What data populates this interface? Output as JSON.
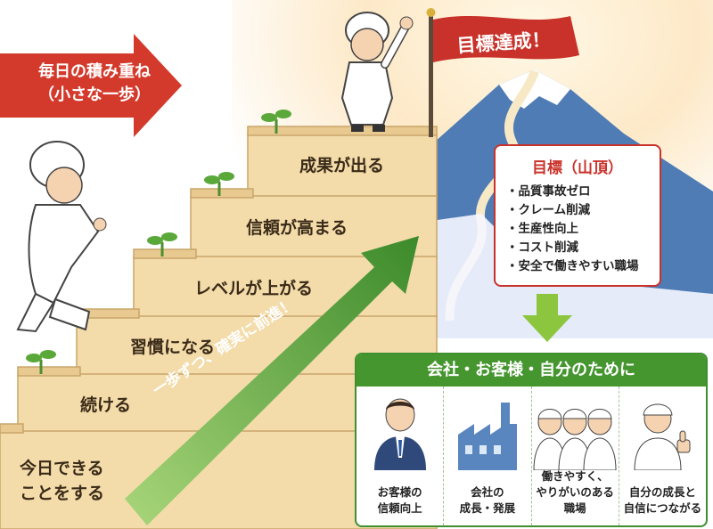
{
  "banner": {
    "line1": "毎日の積み重ね",
    "line2": "（小さな一歩）"
  },
  "steps": [
    {
      "line1": "今日できる",
      "line2": "ことをする"
    },
    {
      "label": "続ける"
    },
    {
      "label": "習慣になる"
    },
    {
      "label": "レベルが上がる"
    },
    {
      "label": "信頼が高まる"
    },
    {
      "label": "成果が出る"
    }
  ],
  "slogan": "一歩ずつ、確実に前進！",
  "flag": {
    "text": "目標達成！"
  },
  "goal": {
    "title": "目標（山頂）",
    "items": [
      "品質事故ゼロ",
      "クレーム削減",
      "生産性向上",
      "コスト削減",
      "安全で働きやすい職場"
    ]
  },
  "panel": {
    "title": "会社・お客様・自分のために",
    "columns": [
      {
        "line1": "お客様の",
        "line2": "信頼向上",
        "icon": "businessman-icon"
      },
      {
        "line1": "会社の",
        "line2": "成長・発展",
        "icon": "factory-icon"
      },
      {
        "line1": "働きやすく、",
        "line2": "やりがいのある職場",
        "icon": "team-icon"
      },
      {
        "line1": "自分の成長と",
        "line2": "自信につながる",
        "icon": "thumbs-up-worker-icon"
      }
    ]
  },
  "colors": {
    "red": "#c8322a",
    "green": "#46962f",
    "step": "#f2d9a8",
    "sky": "#fbe7c4",
    "mountain": "#3f6fa8"
  }
}
